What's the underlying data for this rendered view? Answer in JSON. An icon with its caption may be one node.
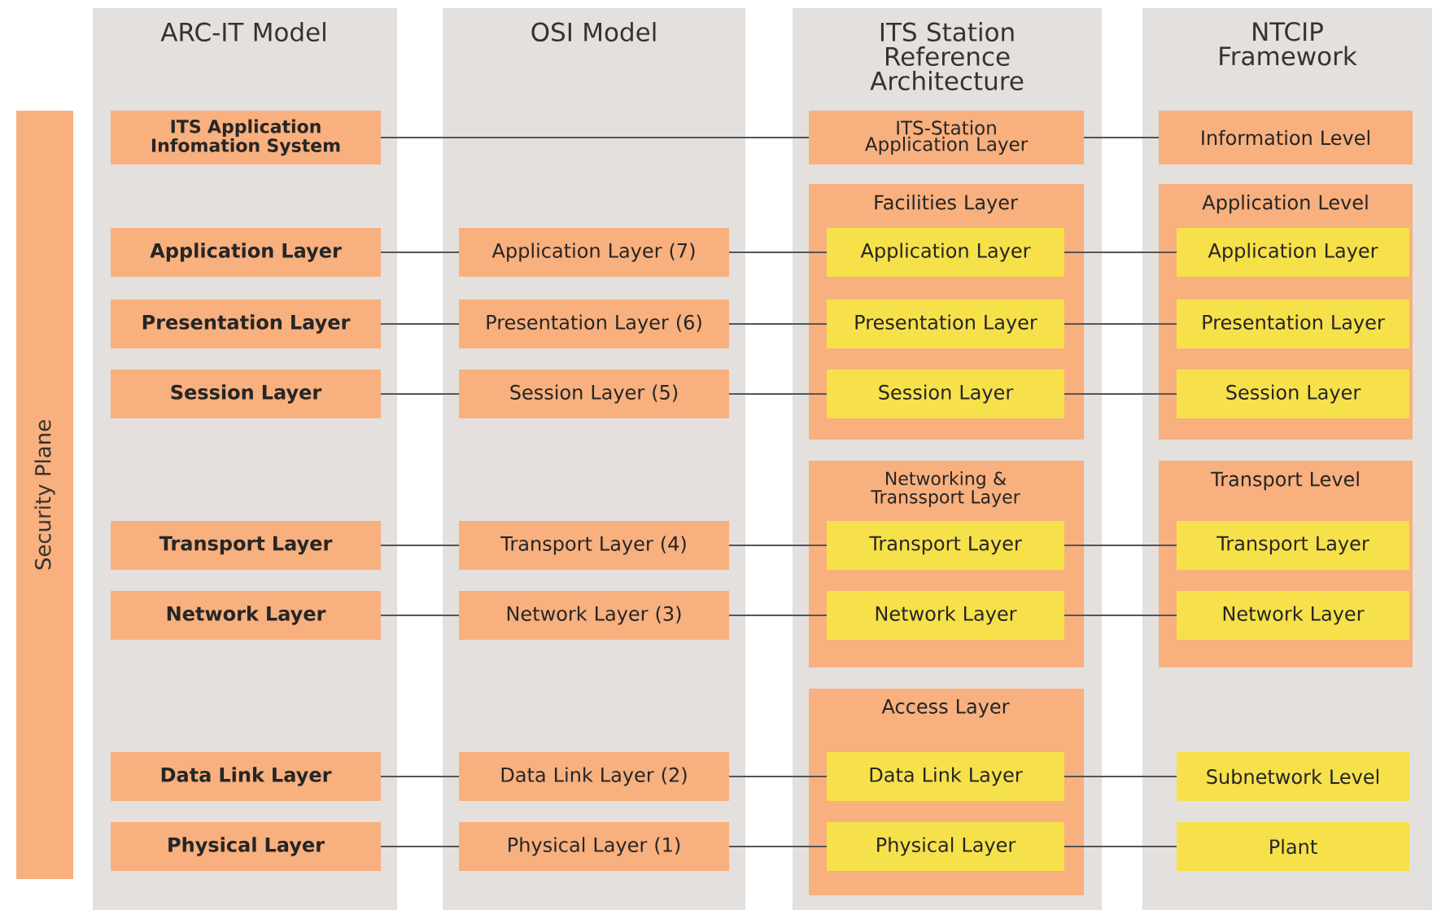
{
  "diagram": {
    "nodes": [
      {
        "text": [
          "ARC-IT Model"
        ]
      },
      {
        "text": [
          "OSI Model"
        ]
      },
      {
        "text": [
          "ITS Station Reference Architecture"
        ]
      },
      {
        "text": [
          "NTCIP Framework"
        ]
      },
      {
        "text": [
          "Security Plane"
        ]
      },
      {
        "text": [
          "ITS Application Infomation System"
        ],
        "in": 0
      },
      {
        "text": [
          "Application Layer"
        ],
        "in": 0
      },
      {
        "text": [
          "Presentation Layer"
        ],
        "in": 0
      },
      {
        "text": [
          "Session Layer"
        ],
        "in": 0
      },
      {
        "text": [
          "Transport Layer"
        ],
        "in": 0
      },
      {
        "text": [
          "Network Layer"
        ],
        "in": 0
      },
      {
        "text": [
          "Data Link Layer"
        ],
        "in": 0
      },
      {
        "text": [
          "Physical Layer"
        ],
        "in": 0
      },
      {
        "text": [
          "Application Layer (7)"
        ],
        "in": 1
      },
      {
        "text": [
          "Presentation Layer (6)"
        ],
        "in": 1
      },
      {
        "text": [
          "Session Layer (5)"
        ],
        "in": 1
      },
      {
        "text": [
          "Transport Layer (4)"
        ],
        "in": 1
      },
      {
        "text": [
          "Network Layer (3)"
        ],
        "in": 1
      },
      {
        "text": [
          "Data Link Layer (2)"
        ],
        "in": 1
      },
      {
        "text": [
          "Physical Layer (1)"
        ],
        "in": 1
      },
      {
        "text": [
          "ITS-Station Application Layer"
        ],
        "in": 2
      },
      {
        "text": [
          "Facilities Layer"
        ],
        "in": 2
      },
      {
        "text": [
          "Application Layer"
        ],
        "in": 21
      },
      {
        "text": [
          "Presentation Layer"
        ],
        "in": 21
      },
      {
        "text": [
          "Session Layer"
        ],
        "in": 21
      },
      {
        "text": [
          "Networking & Transsport Layer"
        ],
        "in": 2
      },
      {
        "text": [
          "Transport Layer"
        ],
        "in": 25
      },
      {
        "text": [
          "Network Layer"
        ],
        "in": 25
      },
      {
        "text": [
          "Access Layer"
        ],
        "in": 2
      },
      {
        "text": [
          "Data Link Layer"
        ],
        "in": 28
      },
      {
        "text": [
          "Physical Layer"
        ],
        "in": 28
      },
      {
        "text": [
          "Information Level"
        ],
        "in": 3
      },
      {
        "text": [
          "Application Level"
        ],
        "in": 3
      },
      {
        "text": [
          "Application Layer"
        ],
        "in": 32
      },
      {
        "text": [
          "Presentation Layer"
        ],
        "in": 32
      },
      {
        "text": [
          "Session Layer"
        ],
        "in": 32
      },
      {
        "text": [
          "Transport Level"
        ],
        "in": 3
      },
      {
        "text": [
          "Transport Layer"
        ],
        "in": 36
      },
      {
        "text": [
          "Network Layer"
        ],
        "in": 36
      },
      {
        "text": [
          "Subnetwork Level"
        ],
        "in": 3
      },
      {
        "text": [
          "Plant"
        ],
        "in": 3
      }
    ],
    "edges": [
      {
        "from": 5,
        "to": 20,
        "arrow": "none"
      },
      {
        "from": 20,
        "to": 31,
        "arrow": "none"
      },
      {
        "from": 6,
        "to": 13,
        "arrow": "none"
      },
      {
        "from": 13,
        "to": 22,
        "arrow": "none"
      },
      {
        "from": 22,
        "to": 33,
        "arrow": "none"
      },
      {
        "from": 7,
        "to": 14,
        "arrow": "none"
      },
      {
        "from": 14,
        "to": 23,
        "arrow": "none"
      },
      {
        "from": 23,
        "to": 34,
        "arrow": "none"
      },
      {
        "from": 8,
        "to": 15,
        "arrow": "none"
      },
      {
        "from": 15,
        "to": 24,
        "arrow": "none"
      },
      {
        "from": 24,
        "to": 35,
        "arrow": "none"
      },
      {
        "from": 9,
        "to": 16,
        "arrow": "none"
      },
      {
        "from": 16,
        "to": 26,
        "arrow": "none"
      },
      {
        "from": 26,
        "to": 37,
        "arrow": "none"
      },
      {
        "from": 10,
        "to": 17,
        "arrow": "none"
      },
      {
        "from": 17,
        "to": 27,
        "arrow": "none"
      },
      {
        "from": 27,
        "to": 38,
        "arrow": "none"
      },
      {
        "from": 11,
        "to": 18,
        "arrow": "none"
      },
      {
        "from": 18,
        "to": 29,
        "arrow": "none"
      },
      {
        "from": 29,
        "to": 39,
        "arrow": "none"
      },
      {
        "from": 12,
        "to": 19,
        "arrow": "none"
      },
      {
        "from": 19,
        "to": 30,
        "arrow": "none"
      },
      {
        "from": 30,
        "to": 40,
        "arrow": "none"
      }
    ]
  }
}
